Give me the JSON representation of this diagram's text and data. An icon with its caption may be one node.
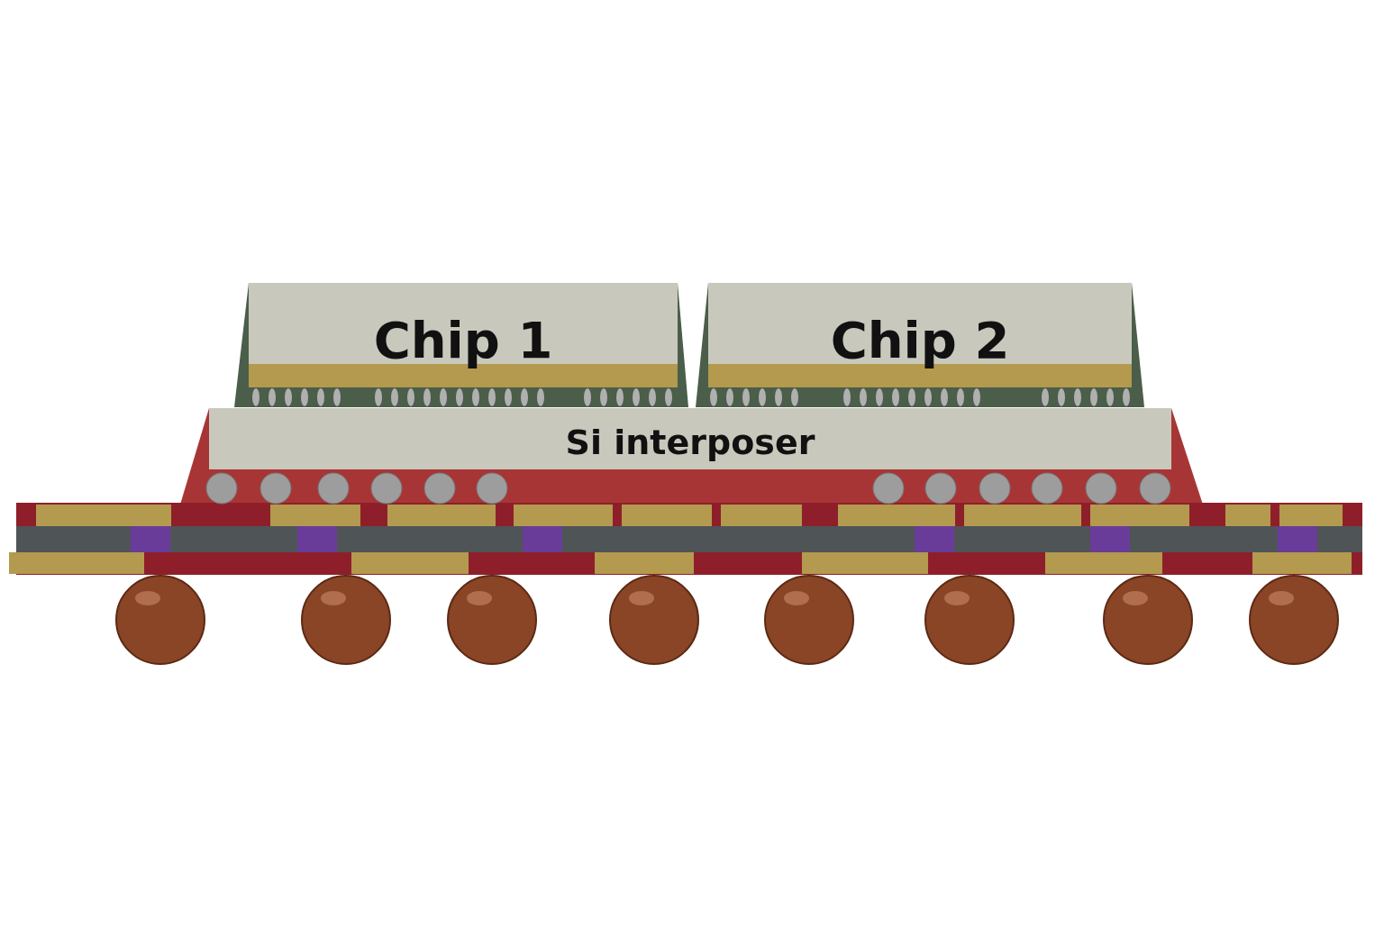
{
  "diagram": {
    "nodes": [
      {
        "text": [
          "Chip 1"
        ]
      },
      {
        "text": [
          "Chip 2"
        ]
      },
      {
        "text": [
          "Si interposer"
        ]
      }
    ]
  }
}
